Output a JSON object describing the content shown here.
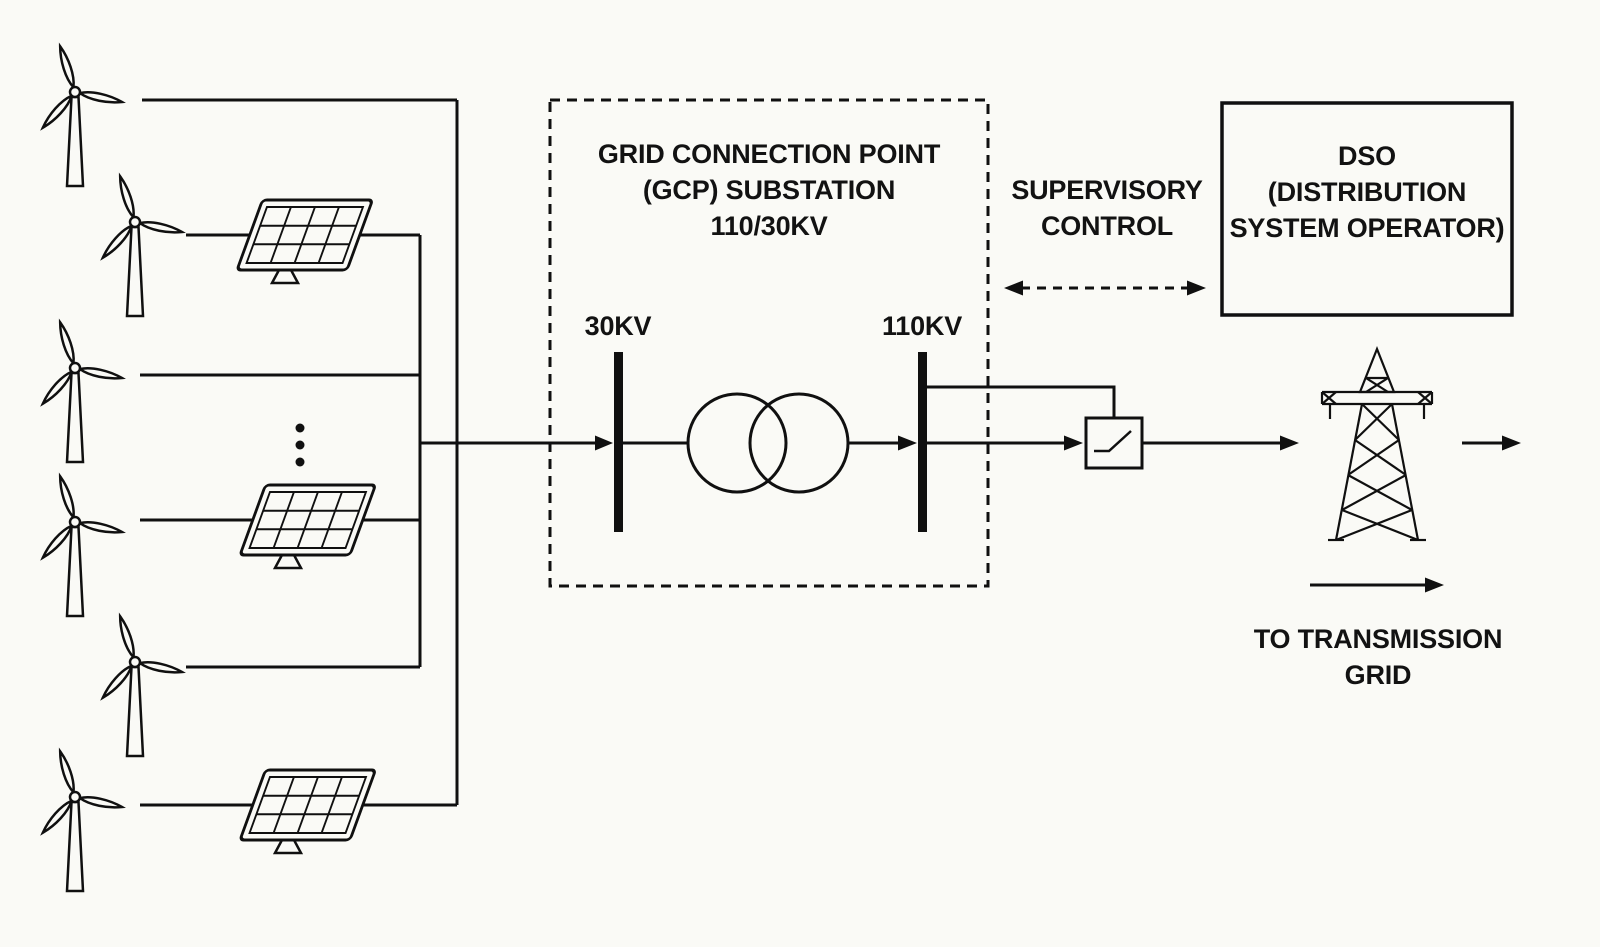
{
  "labels": {
    "gcp_title": "GRID CONNECTION POINT\n(GCP) SUBSTATION\n110/30KV",
    "bus_30kv": "30KV",
    "bus_110kv": "110KV",
    "supervisory": "SUPERVISORY\nCONTROL",
    "dso": "DSO\n(DISTRIBUTION\nSYSTEM OPERATOR)",
    "to_transmission": "TO TRANSMISSION\nGRID"
  },
  "icons": {
    "wind_turbine": "wind-turbine-icon",
    "solar_panel": "solar-panel-icon",
    "transformer": "transformer-icon",
    "switch_device": "switch-device-icon",
    "transmission_tower": "transmission-tower-icon"
  },
  "colors": {
    "background": "#FAFAF6",
    "line": "#101010",
    "text": "#121212"
  }
}
